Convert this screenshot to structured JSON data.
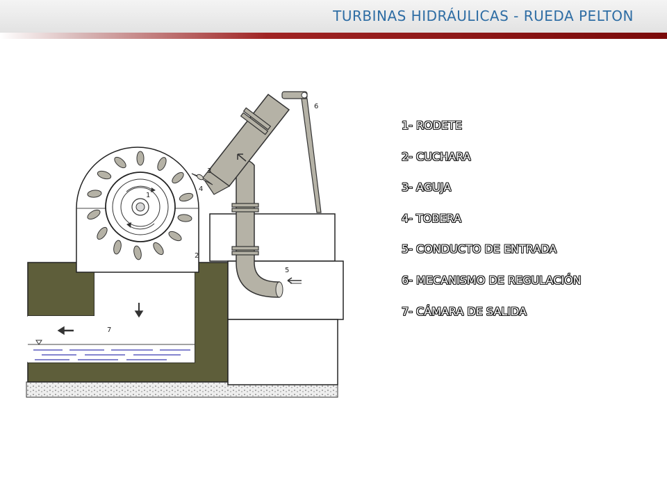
{
  "header": {
    "title": "TURBINAS HIDRÁULICAS - RUEDA PELTON"
  },
  "diagram": {
    "labels": [
      "1",
      "2",
      "3",
      "4",
      "5",
      "6",
      "7"
    ]
  },
  "legend": {
    "items": [
      "1- RODETE",
      "2- CUCHARA",
      "3- AGUJA",
      "4- TOBERA",
      "5- CONDUCTO DE ENTRADA",
      "6- MECANISMO DE REGULACIÓN",
      "7- CÁMARA DE SALIDA"
    ]
  },
  "colors": {
    "ground": "#5e5e3a",
    "pipe": "#b5b2a6",
    "title": "#2e6da4",
    "accent_bar": "#8a1010"
  }
}
